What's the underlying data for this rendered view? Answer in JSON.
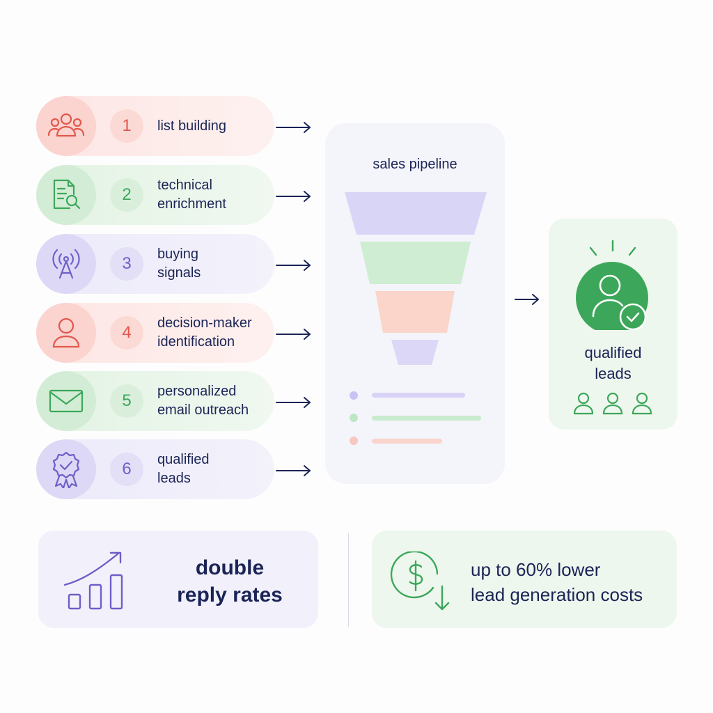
{
  "steps": [
    {
      "number": "1",
      "label": "list building",
      "icon": "people-group-icon",
      "color": "#e2574c"
    },
    {
      "number": "2",
      "label": "technical\nenrichment",
      "icon": "document-search-icon",
      "color": "#3ca75a"
    },
    {
      "number": "3",
      "label": "buying\nsignals",
      "icon": "signal-tower-icon",
      "color": "#6e5fc8"
    },
    {
      "number": "4",
      "label": "decision-maker\nidentification",
      "icon": "person-icon",
      "color": "#e2574c"
    },
    {
      "number": "5",
      "label": "personalized\nemail outreach",
      "icon": "envelope-icon",
      "color": "#3ca75a"
    },
    {
      "number": "6",
      "label": "qualified\nleads",
      "icon": "badge-check-icon",
      "color": "#6e5fc8"
    }
  ],
  "pipeline": {
    "title": "sales pipeline",
    "funnel_colors": [
      "#d9d5f7",
      "#cfedd2",
      "#fbd5c9",
      "#dcd7f7"
    ],
    "legend_colors": [
      "#c9c3f3",
      "#bfe6c4",
      "#f7c7c0"
    ]
  },
  "result": {
    "label": "qualified\nleads",
    "icon": "person-check-icon",
    "accent": "#3ca75a"
  },
  "stats": {
    "left": {
      "text": "double\nreply rates",
      "icon": "growth-chart-icon"
    },
    "right": {
      "text": "up to 60% lower\nlead generation costs",
      "icon": "dollar-down-icon"
    }
  },
  "colors": {
    "navy": "#1b2456",
    "red": "#e2574c",
    "green": "#3ca75a",
    "purple": "#6e5fc8"
  }
}
